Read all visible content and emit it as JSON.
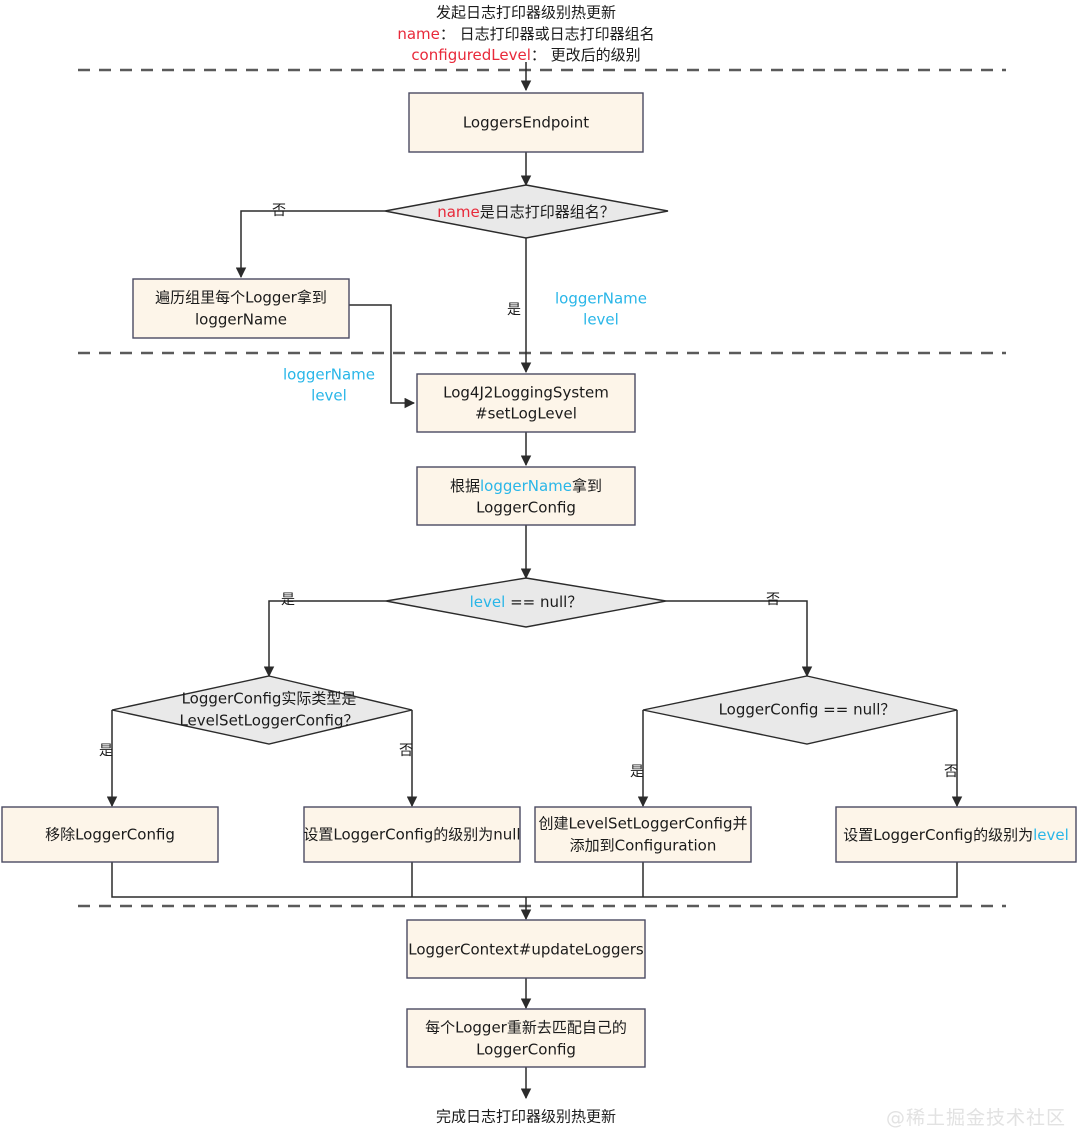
{
  "diagram": {
    "title": "发起日志打印器级别热更新",
    "header": {
      "line1": "发起日志打印器级别热更新",
      "line2_var": "name",
      "line2_rest": "： 日志打印器或日志打印器组名",
      "line3_var": "configuredLevel",
      "line3_rest": "： 更改后的级别"
    },
    "footer": {
      "text": "完成日志打印器级别热更新"
    },
    "nodes": {
      "loggers_endpoint": {
        "line1": "LoggersEndpoint"
      },
      "is_group_name": {
        "var": "name",
        "rest": "是日志打印器组名？"
      },
      "iterate_group": {
        "line1": "遍历组里每个Logger拿到",
        "line2": "loggerName"
      },
      "set_log_level": {
        "line1": "Log4J2LoggingSystem",
        "line2": "#setLogLevel"
      },
      "get_logger_config": {
        "pre": "根据",
        "var": "loggerName",
        "post": "拿到",
        "line2": "LoggerConfig"
      },
      "level_is_null": {
        "var": "level",
        "rest": " == null？"
      },
      "is_levelset_type": {
        "line1": "LoggerConfig实际类型是",
        "line2": "LevelSetLoggerConfig？"
      },
      "config_is_null": {
        "line1": "LoggerConfig == null？"
      },
      "remove_config": {
        "line1": "移除LoggerConfig"
      },
      "set_level_null": {
        "line1": "设置LoggerConfig的级别为null"
      },
      "create_levelset": {
        "line1": "创建LevelSetLoggerConfig并",
        "line2": "添加到Configuration"
      },
      "set_level_level": {
        "pre": "设置LoggerConfig的级别为",
        "var": "level"
      },
      "update_loggers": {
        "line1": "LoggerContext#updateLoggers"
      },
      "rematch_config": {
        "line1": "每个Logger重新去匹配自己的",
        "line2": "LoggerConfig"
      }
    },
    "edge_labels": {
      "no_1": "否",
      "yes_1": "是",
      "yes_level": "是",
      "no_level": "否",
      "yes_levelset": "是",
      "no_levelset": "否",
      "yes_confignull": "是",
      "no_confignull": "否"
    },
    "annotations": {
      "right_loggername": "loggerName",
      "right_level": "level",
      "left_loggername": "loggerName",
      "left_level": "level"
    },
    "colors": {
      "box_fill": "#fdf5e9",
      "box_stroke": "#4a4a62",
      "diamond_fill": "#e9e9e9",
      "diamond_stroke": "#2b2b2b",
      "edge": "#2b2b2b",
      "dashed": "#5a5a5a",
      "var_red": "#e8293a",
      "var_blue": "#29b6e8",
      "watermark": "#e2e2e2"
    }
  },
  "watermark": {
    "text": "@稀土掘金技术社区"
  }
}
